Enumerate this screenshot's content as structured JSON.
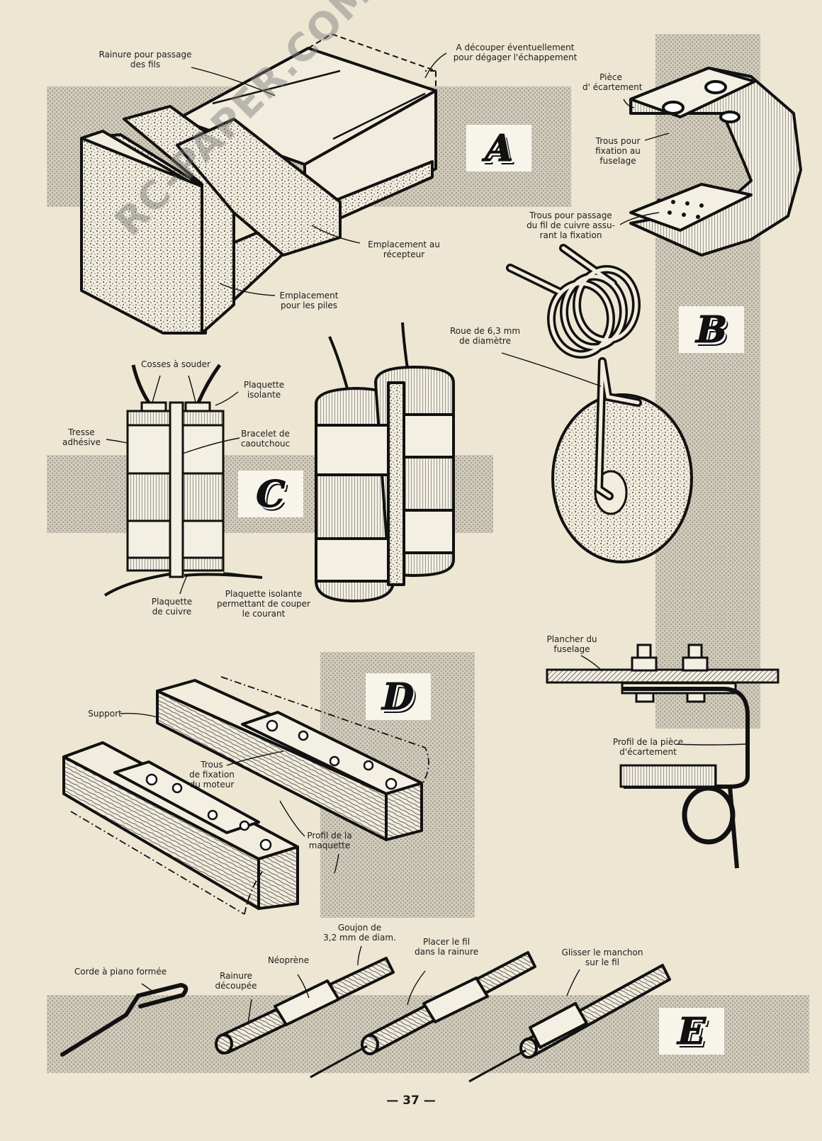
{
  "figures": {
    "A": {
      "badge": "A",
      "labels": {
        "rainure": [
          "Rainure pour passage",
          "des fils"
        ],
        "decouper": [
          "A découper éventuellement",
          "pour dégager l'échappement"
        ],
        "recepteur": [
          "Emplacement au",
          "récepteur"
        ],
        "piles": [
          "Emplacement",
          "pour les piles"
        ]
      }
    },
    "B": {
      "badge": "B",
      "labels": {
        "piece": [
          "Pièce",
          "d' écartement"
        ],
        "trous_fixation": [
          "Trous pour",
          "fixation au",
          "fuselage"
        ],
        "trous_passage": [
          "Trous pour passage",
          "du fil de cuivre assu-",
          "rant la fixation"
        ],
        "roue": [
          "Roue de 6,3 mm",
          "de diamètre"
        ],
        "plancher": [
          "Plancher du",
          "fuselage"
        ],
        "profil": [
          "Profil de la pièce",
          "d'écartement"
        ]
      }
    },
    "C": {
      "badge": "C",
      "labels": {
        "cosses": [
          "Cosses à souder"
        ],
        "plaquette": [
          "Plaquette",
          "isolante"
        ],
        "tresse": [
          "Tresse",
          "adhésive"
        ],
        "bracelet": [
          "Bracelet de",
          "caoutchouc"
        ],
        "cuivre": [
          "Plaquette",
          "de cuivre"
        ],
        "isolante_couper": [
          "Plaquette isolante",
          "permettant de couper",
          "le courant"
        ]
      }
    },
    "D": {
      "badge": "D",
      "labels": {
        "support": [
          "Support"
        ],
        "trous": [
          "Trous",
          "de fixation",
          "du moteur"
        ],
        "profil": [
          "Profil de la",
          "maquette"
        ]
      }
    },
    "E": {
      "badge": "E",
      "labels": {
        "corde": [
          "Corde à piano formée"
        ],
        "rainure": [
          "Rainure",
          "découpée"
        ],
        "neoprene": [
          "Néoprène"
        ],
        "goujon": [
          "Goujon de",
          "3,2 mm de diam."
        ],
        "placer": [
          "Placer le fil",
          "dans la rainure"
        ],
        "glisser": [
          "Glisser le manchon",
          "sur le fil"
        ]
      }
    }
  },
  "watermark": "RC-PAPER.COM",
  "page_number": "— 37 —"
}
